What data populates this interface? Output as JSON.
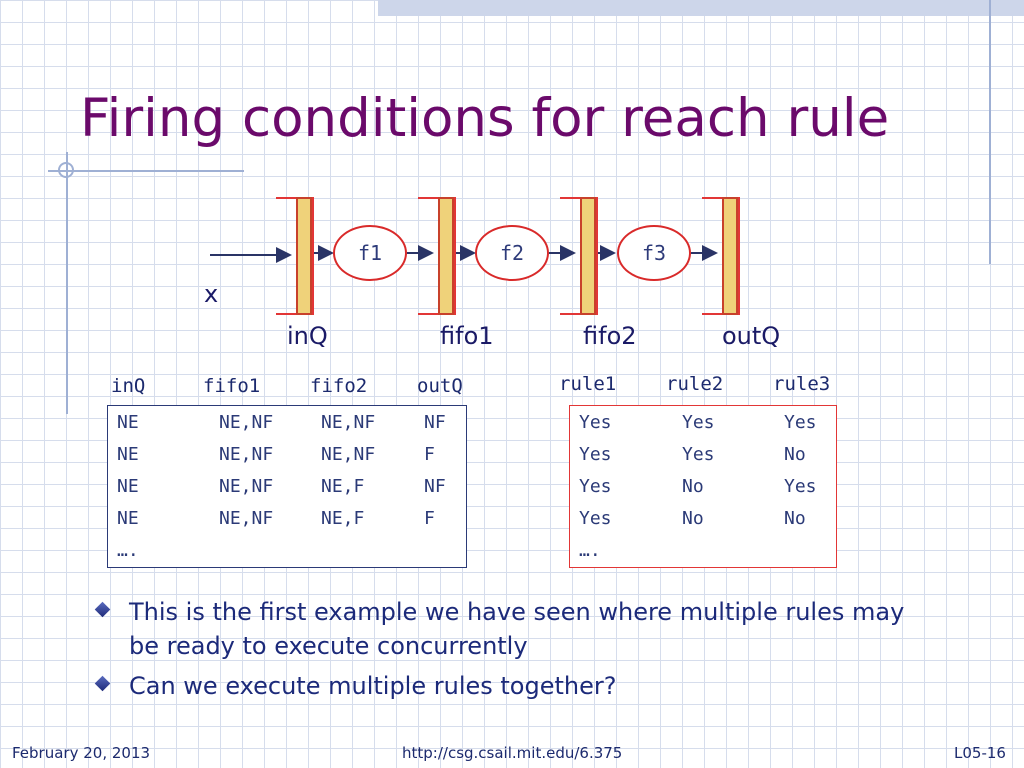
{
  "slide": {
    "title": "Firing conditions for reach rule"
  },
  "diagram": {
    "input_label": "x",
    "nodes": [
      "f1",
      "f2",
      "f3"
    ],
    "queues": [
      "inQ",
      "fifo1",
      "fifo2",
      "outQ"
    ]
  },
  "left_table": {
    "headers": [
      "inQ",
      "fifo1",
      "fifo2",
      "outQ"
    ],
    "rows": [
      [
        "NE",
        "NE,NF",
        "NE,NF",
        "NF"
      ],
      [
        "NE",
        "NE,NF",
        "NE,NF",
        "F"
      ],
      [
        "NE",
        "NE,NF",
        "NE,F",
        "NF"
      ],
      [
        "NE",
        "NE,NF",
        "NE,F",
        "F"
      ]
    ],
    "ellipsis": "…."
  },
  "right_table": {
    "headers": [
      "rule1",
      "rule2",
      "rule3"
    ],
    "rows": [
      [
        "Yes",
        "Yes",
        "Yes"
      ],
      [
        "Yes",
        "Yes",
        "No"
      ],
      [
        "Yes",
        "No",
        "Yes"
      ],
      [
        "Yes",
        "No",
        "No"
      ]
    ],
    "ellipsis": "…."
  },
  "bullets": [
    "This is the first example we have seen where multiple rules may be ready to execute concurrently",
    "Can we execute multiple rules together?"
  ],
  "footer": {
    "date": "February 20, 2013",
    "url": "http://csg.csail.mit.edu/6.375",
    "page": "L05-16"
  },
  "colors": {
    "title": "#6b0a6b",
    "text": "#1c2a7a",
    "accent_red": "#e23636",
    "fifo_fill": "#efd27a",
    "left_table_border": "#2b3a77",
    "right_table_border": "#e23636"
  },
  "icons": {
    "bullet": "diamond-bullet-icon"
  }
}
